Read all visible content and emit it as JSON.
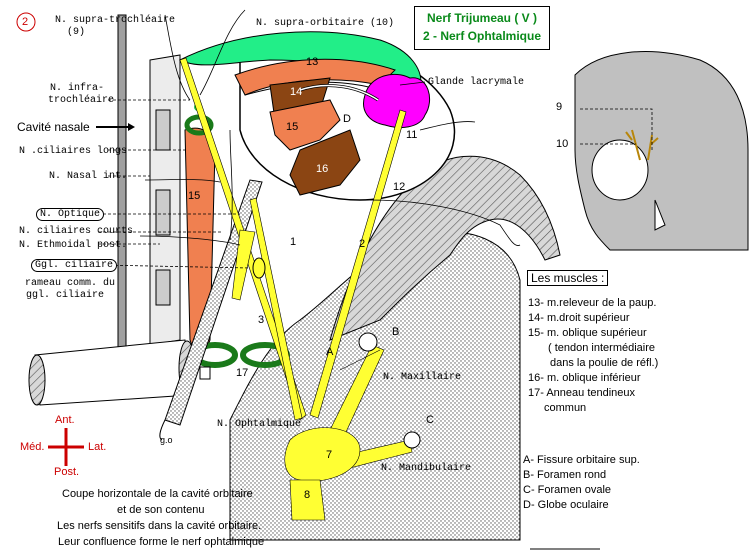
{
  "plate_number": "2",
  "title": {
    "line1": "Nerf Trijumeau ( V )",
    "line2": "2 - Nerf Ophtalmique"
  },
  "labels": {
    "supra_trochleaire": "N. supra-trochléaire",
    "supra_trochleaire_num": "(9)",
    "supra_orbitaire": "N. supra-orbitaire (10)",
    "infra_trochleaire_1": "N. infra-",
    "infra_trochleaire_2": "trochléaire",
    "cavite_nasale": "Cavité nasale",
    "ciliaires_longs": "N .ciliaires longs",
    "nasal_int": "N. Nasal int.",
    "optique": "N. Optique",
    "ciliaires_courts": "N. ciliaires courts",
    "ethmoidal_post": "N. Ethmoidal post.",
    "ggl_ciliaire": "Ggl. ciliaire",
    "rameau_comm_1": "rameau comm. du",
    "rameau_comm_2": "ggl. ciliaire",
    "glande_lacrymale": "Glande lacrymale",
    "n_maxillaire": "N. Maxillaire",
    "n_ophtalmique": "N. Ophtalmique",
    "n_mandibulaire": "N. Mandibulaire",
    "go": "g.o"
  },
  "numbers": {
    "n1": "1",
    "n2": "2",
    "n3": "3",
    "n7": "7",
    "n8": "8",
    "n9": "9",
    "n10": "10",
    "n11": "11",
    "n12": "12",
    "m13": "13",
    "m14": "14",
    "m15": "15",
    "m15b": "15",
    "m16": "16",
    "m17": "17",
    "A": "A",
    "B": "B",
    "C": "C",
    "D": "D"
  },
  "compass": {
    "ant": "Ant.",
    "post": "Post.",
    "med": "Méd.",
    "lat": "Lat."
  },
  "muscles": {
    "header": "Les muscles :",
    "items": [
      "13- m.releveur de la paup.",
      "14- m.droit supérieur",
      "15- m. oblique supérieur",
      "( tendon intermédiaire",
      "dans la poulie de réfl.)",
      "16- m. oblique inférieur",
      "17- Anneau tendineux",
      "commun"
    ]
  },
  "openings": [
    "A- Fissure orbitaire sup.",
    "B- Foramen rond",
    "C- Foramen ovale",
    "D- Globe oculaire"
  ],
  "caption": [
    "Coupe horizontale de la cavité orbitaire",
    "et de son contenu",
    "Les nerfs sensitifs dans la cavité orbitaire.",
    "Leur confluence forme le nerf ophtalmique"
  ],
  "colors": {
    "nerve": "#ffff33",
    "muscle": "#f08050",
    "muscle_dark": "#8b4513",
    "levator": "#22ee88",
    "gland": "#ff00ff",
    "ring": "#1a7a1a",
    "title": "#0a8a1a",
    "skull": "#c0c0c0",
    "plate_number": "#cc0000",
    "compass": "#cc0000"
  }
}
